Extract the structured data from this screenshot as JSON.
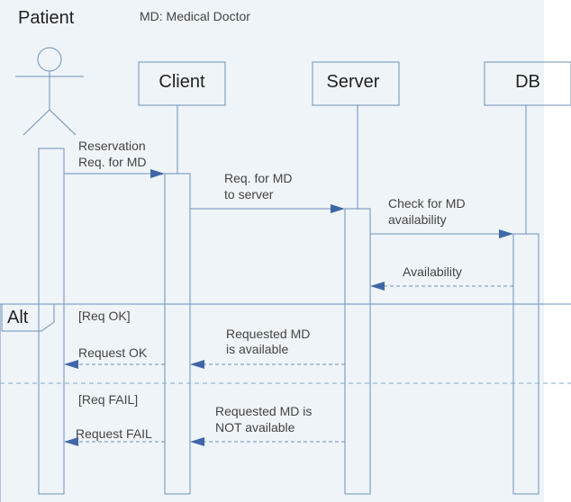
{
  "title": "Patient",
  "legend_note": "MD: Medical Doctor",
  "lifelines": {
    "client": "Client",
    "server": "Server",
    "db": "DB"
  },
  "messages": {
    "m1": [
      "Reservation",
      "Req. for MD"
    ],
    "m2": [
      "Req. for MD",
      "to server"
    ],
    "m3": [
      "Check for MD",
      "availability"
    ],
    "m4": [
      "Availability"
    ],
    "m5": [
      "Requested MD",
      "is available"
    ],
    "m6": [
      "Request OK"
    ],
    "m7": [
      "Requested MD is",
      "NOT available"
    ],
    "m8": [
      "Request FAIL"
    ]
  },
  "alt": {
    "label": "Alt",
    "guard_ok": "[Req OK]",
    "guard_fail": "[Req FAIL]"
  },
  "colors": {
    "background": "#eef4f8",
    "line": "#6f8fb8",
    "arrowhead": "#3f67a8",
    "text": "#444444"
  }
}
